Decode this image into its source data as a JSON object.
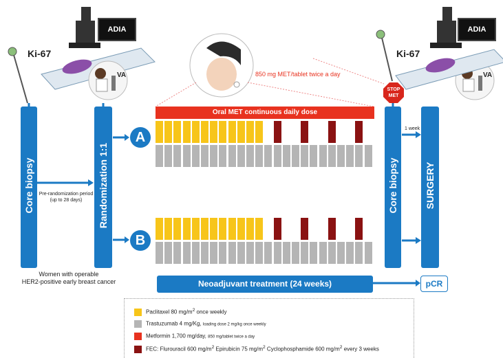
{
  "instrument": {
    "ki67_label": "Ki-67",
    "adia_label": "ADIA",
    "va_label": "VA"
  },
  "bars": {
    "core_biopsy": "Core biopsy",
    "randomization": "Randomization 1:1",
    "core_biopsy_2": "Core biopsy",
    "surgery": "SURGERY"
  },
  "arms": {
    "a": "A",
    "b": "B"
  },
  "prerandomization": {
    "line1": "Pre-randomization period",
    "line2": "(up to 28 days)"
  },
  "population": {
    "line1": "Women with operable",
    "line2": "HER2-positive early breast cancer"
  },
  "oral_met": "Oral MET continuous daily dose",
  "met_dose_note": "850 mg MET/tablet twice a day",
  "stop_met": {
    "line1": "STOP",
    "line2": "MET"
  },
  "one_week": "1 week",
  "neoadjuvant": "Neoadjuvant treatment (24 weeks)",
  "pcr": "pCR",
  "colors": {
    "paclitaxel": "#f7c51a",
    "trastuzumab": "#b5b5b5",
    "metformin": "#e8321f",
    "fec": "#8a1212",
    "blue": "#1b7ac4"
  },
  "legend": [
    {
      "key": "paclitaxel",
      "main": "Paclitaxel 80 mg/m",
      "sup": "2",
      "rest": " once weekly",
      "small": ""
    },
    {
      "key": "trastuzumab",
      "main": "Trastuzumab 4 mg/Kg, ",
      "sup": "",
      "rest": "",
      "small": "loading dose 2 mg/kg once weekly"
    },
    {
      "key": "metformin",
      "main": "Metformin 1,700 mg/day, ",
      "sup": "",
      "rest": "",
      "small": "850 mg/tablet twice a day"
    },
    {
      "key": "fec",
      "main": "FEC: Flurouracil 600 mg/m",
      "sup": "2",
      "rest": "  Epirubicin 75 mg/m",
      "sup2": "2",
      "rest2": " Cyclophosphamide 600 mg/m",
      "sup3": "2",
      "rest3": " every 3 weeks",
      "small": ""
    }
  ],
  "schedule": {
    "paclitaxel_weeks": 12,
    "fec_cycles": 4,
    "trastuzumab_weeks": 24
  }
}
